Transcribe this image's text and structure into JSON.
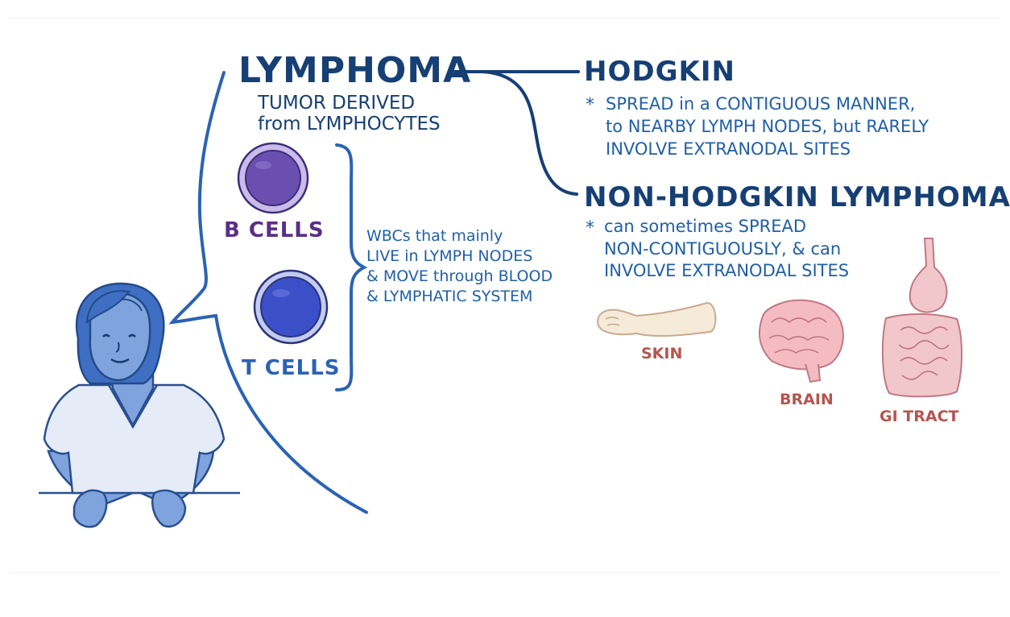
{
  "lymphoma": {
    "title": "LYMPHOMA",
    "definition": [
      "TUMOR DERIVED",
      "from LYMPHOCYTES"
    ]
  },
  "cells": {
    "b_label": "B CELLS",
    "t_label": "T CELLS",
    "description": [
      "WBCs that mainly",
      "LIVE in LYMPH NODES",
      "& MOVE through BLOOD",
      "& LYMPHATIC SYSTEM"
    ]
  },
  "hodgkin": {
    "title": "HODGKIN",
    "bullet": "*",
    "lines": [
      "SPREAD in a CONTIGUOUS MANNER,",
      "to NEARBY LYMPH NODES, but RARELY",
      "INVOLVE EXTRANODAL SITES"
    ]
  },
  "non_hodgkin": {
    "title": "NON-HODGKIN LYMPHOMA",
    "bullet": "*",
    "lines": [
      "can sometimes SPREAD",
      "NON-CONTIGUOUSLY, & can",
      "INVOLVE EXTRANODAL SITES"
    ]
  },
  "sites": {
    "skin": "SKIN",
    "brain": "BRAIN",
    "gi": "GI TRACT"
  },
  "colors": {
    "ink": "#1f5fa8",
    "navy": "#163f74",
    "b_cell": "#6b4fb0",
    "t_cell": "#3b4fc8",
    "organ_label": "#b5554d"
  }
}
